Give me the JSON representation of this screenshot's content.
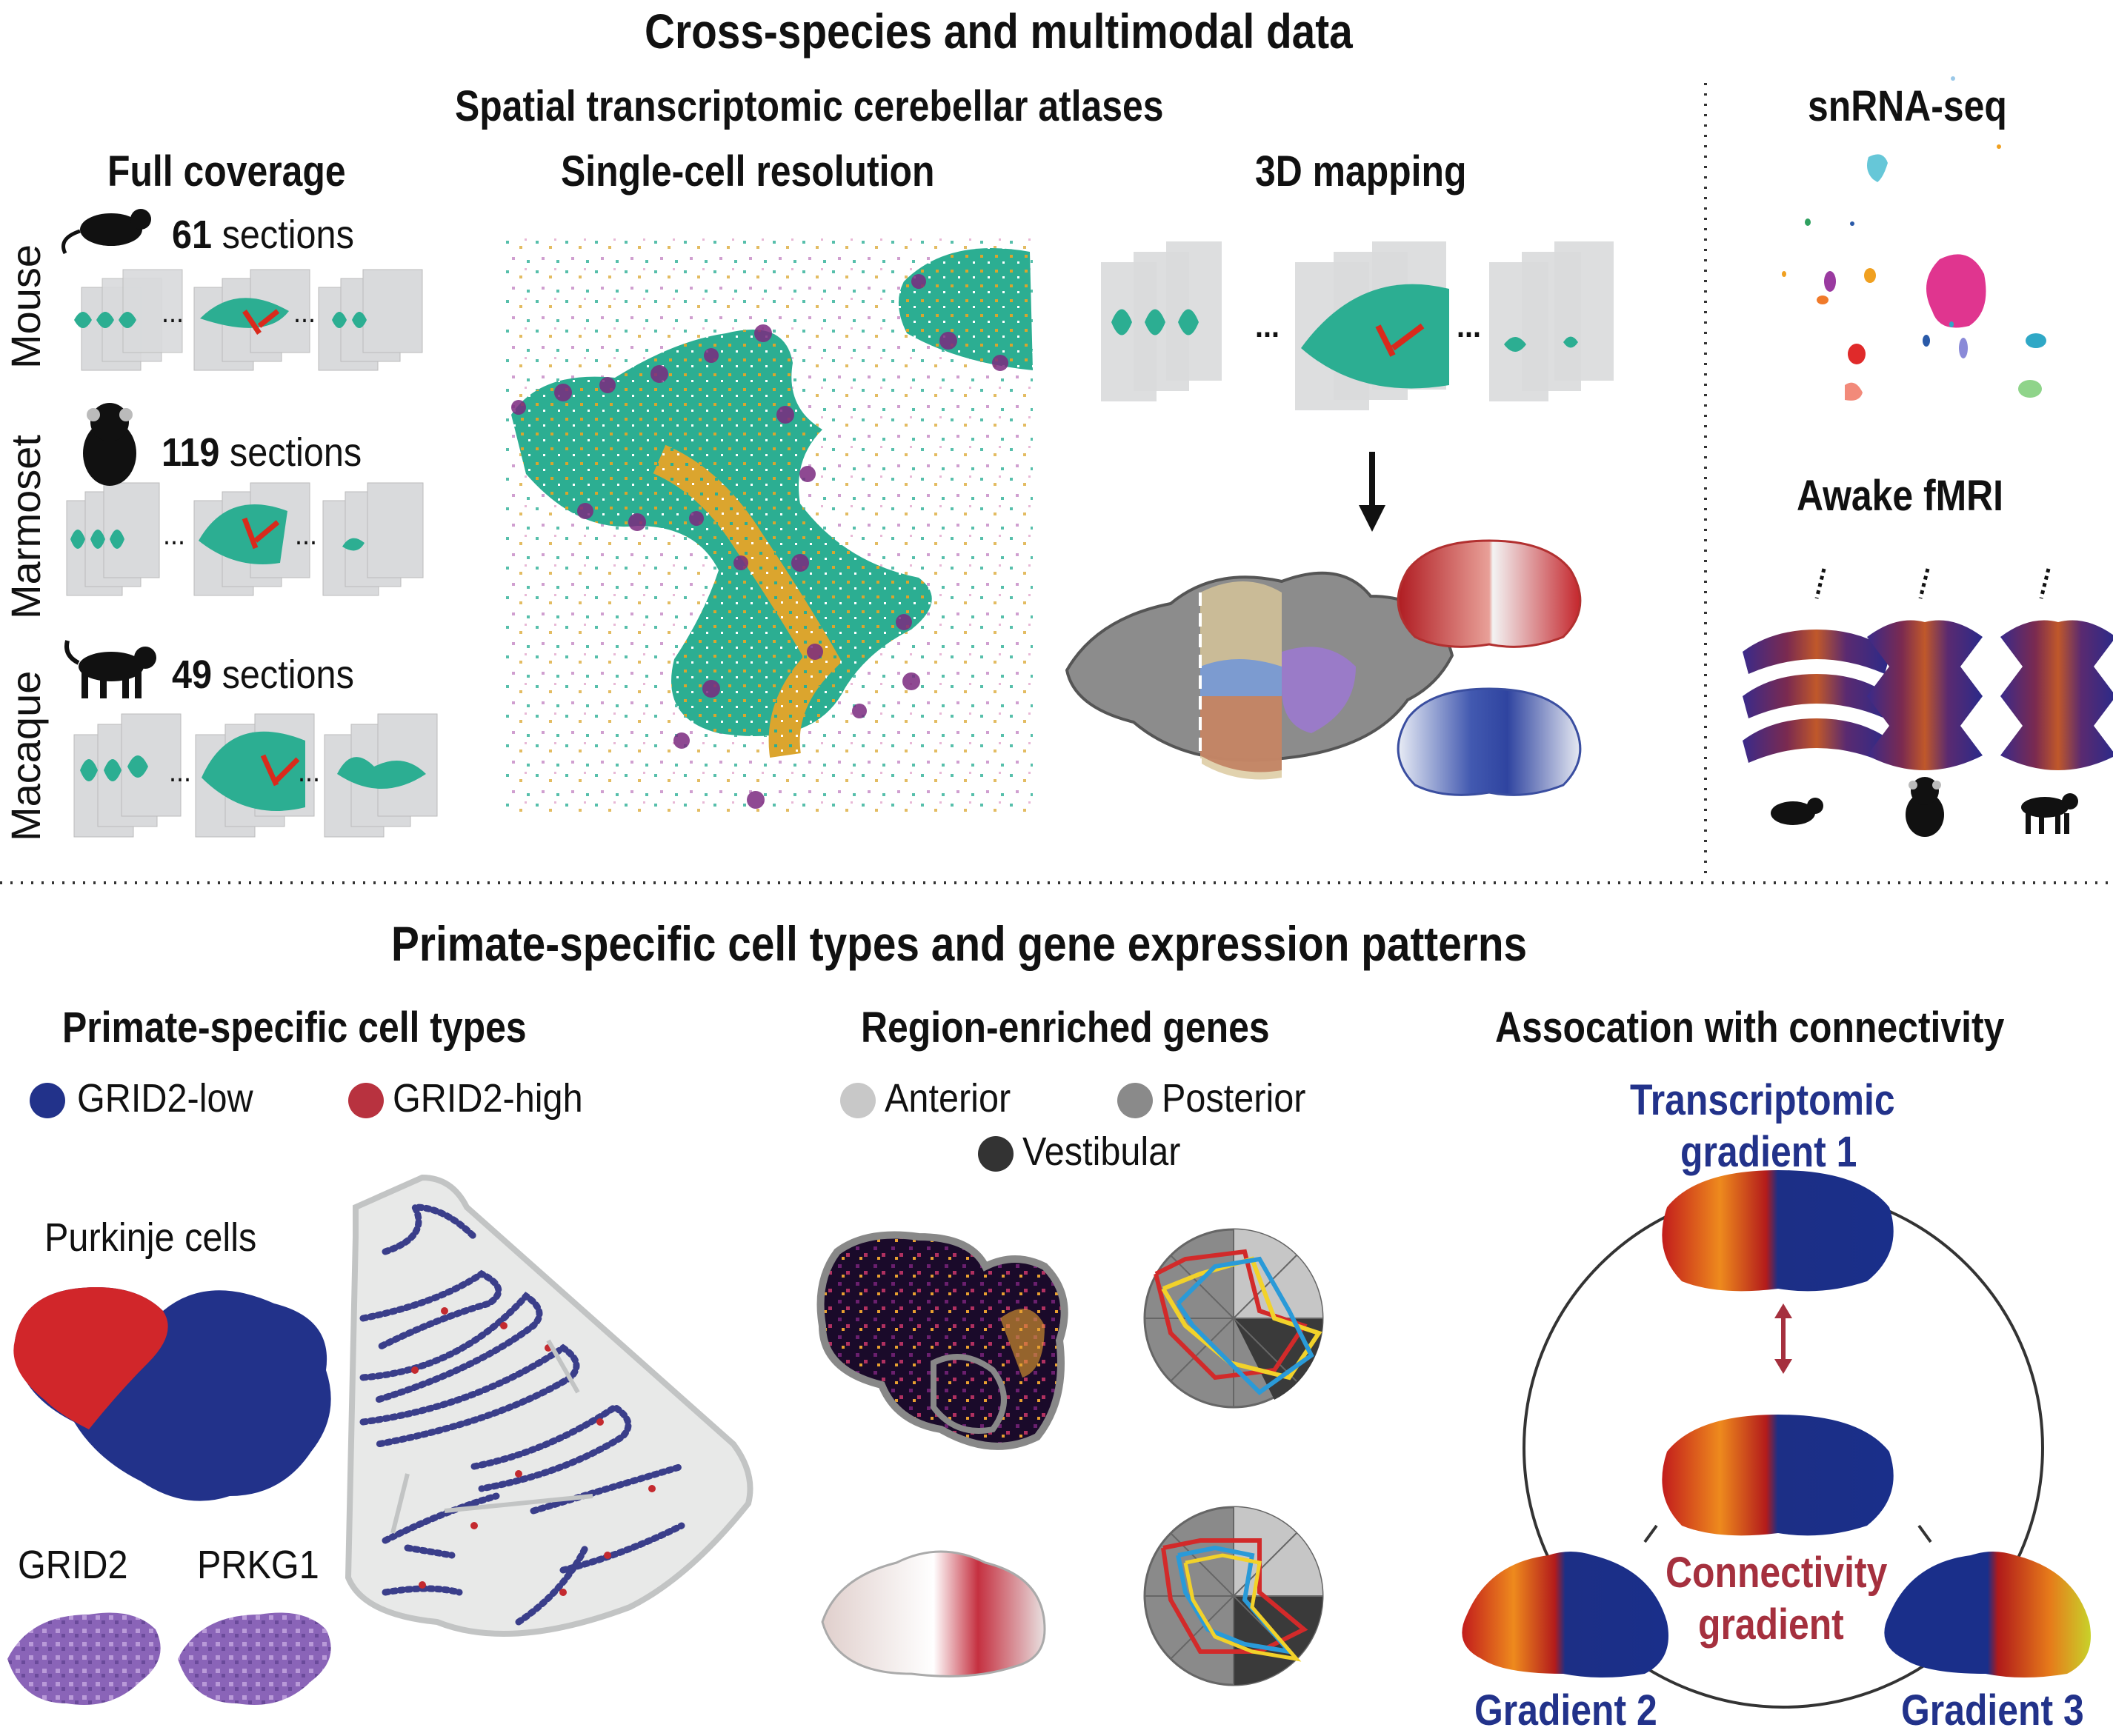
{
  "top": {
    "title": "Cross-species and multimodal data",
    "subtitle": "Spatial transcriptomic cerebellar atlases",
    "full_coverage": "Full coverage",
    "single_cell": "Single-cell resolution",
    "mapping_3d": "3D mapping",
    "snrna": "snRNA-seq",
    "fmri": "Awake fMRI",
    "species": [
      {
        "name": "Mouse",
        "count": "61",
        "unit": "sections"
      },
      {
        "name": "Marmoset",
        "count": "119",
        "unit": "sections"
      },
      {
        "name": "Macaque",
        "count": "49",
        "unit": "sections"
      }
    ],
    "ellipsis": "..."
  },
  "bottom": {
    "title": "Primate-specific cell types and gene expression patterns",
    "cell_types": {
      "heading": "Primate-specific cell types",
      "legend": [
        {
          "label": "GRID2-low",
          "color": "#22328a"
        },
        {
          "label": "GRID2-high",
          "color": "#b8323f"
        }
      ],
      "purkinje": "Purkinje cells",
      "gene1": "GRID2",
      "gene2": "PRKG1"
    },
    "region": {
      "heading": "Region-enriched genes",
      "legend": [
        {
          "label": "Anterior",
          "color": "#c8c8c8"
        },
        {
          "label": "Posterior",
          "color": "#8a8a8a"
        },
        {
          "label": "Vestibular",
          "color": "#333333"
        }
      ]
    },
    "connectivity": {
      "heading": "Assocation with connectivity",
      "transcriptomic_line1": "Transcriptomic",
      "transcriptomic_line2": "gradient 1",
      "connectivity_line1": "Connectivity",
      "connectivity_line2": "gradient",
      "gradient2": "Gradient 2",
      "gradient3": "Gradient 3"
    }
  },
  "colors": {
    "blue_text": "#22328a",
    "red_text": "#a5303e",
    "teal": "#1fa98f",
    "gold": "#d9a52d",
    "purple": "#7b2a80"
  }
}
